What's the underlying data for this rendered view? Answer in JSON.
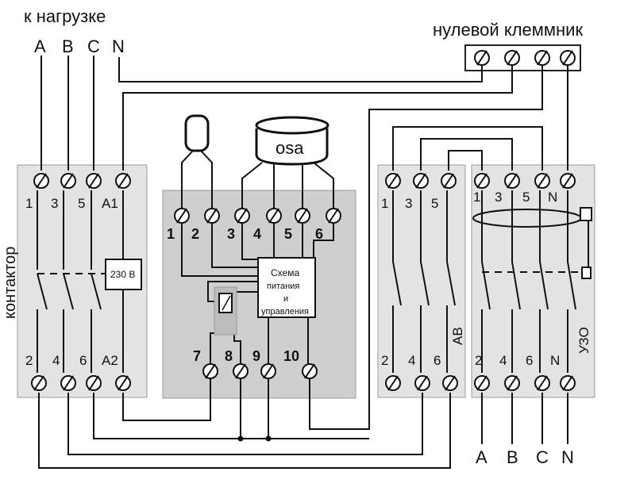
{
  "header": {
    "to_load": "к нагрузке",
    "load_phases": [
      "A",
      "B",
      "C",
      "N"
    ],
    "neutral_block": "нулевой клеммник"
  },
  "contactor": {
    "label": "контактор",
    "top_terminals": [
      "1",
      "3",
      "5",
      "A1"
    ],
    "bottom_terminals": [
      "2",
      "4",
      "6",
      "A2"
    ],
    "coil_voltage": "230 В"
  },
  "relay": {
    "top_terminals": [
      "1",
      "2",
      "3",
      "4",
      "5",
      "6"
    ],
    "bottom_terminals": [
      "7",
      "8",
      "9",
      "10"
    ],
    "control_box_lines": [
      "Схема",
      "питания",
      "и",
      "управления"
    ],
    "sensor_label": "osa"
  },
  "breaker": {
    "label": "АВ",
    "top_terminals": [
      "1",
      "3",
      "5"
    ],
    "bottom_terminals": [
      "2",
      "4",
      "6"
    ]
  },
  "rcd": {
    "label": "УЗО",
    "top_terminals": [
      "1",
      "3",
      "5",
      "N"
    ],
    "bottom_terminals": [
      "2",
      "4",
      "6",
      "N"
    ]
  },
  "supply": {
    "phases": [
      "A",
      "B",
      "C",
      "N"
    ]
  }
}
